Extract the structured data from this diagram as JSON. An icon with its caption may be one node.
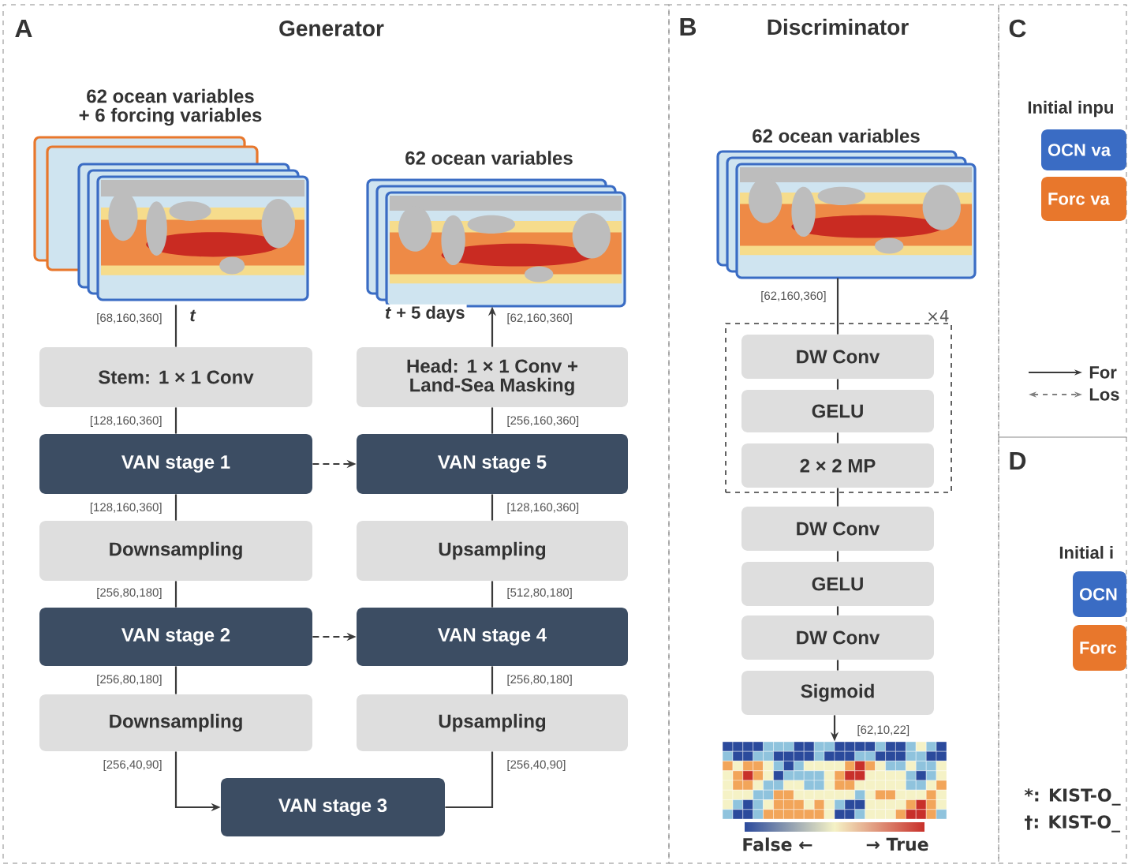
{
  "diagram": {
    "nodes": [
      {
        "text": [
          "A",
          "Generator"
        ]
      },
      {
        "text": [
          "62 ocean variables + 6 forcing variables"
        ],
        "in": 0
      },
      {
        "text": [
          "Stem: 1 × 1 Conv"
        ],
        "in": 0
      },
      {
        "text": [
          "VAN stage 1"
        ],
        "in": 0
      },
      {
        "text": [
          "Downsampling"
        ],
        "in": 0
      },
      {
        "text": [
          "VAN stage 2"
        ],
        "in": 0
      },
      {
        "text": [
          "Downsampling"
        ],
        "in": 0
      },
      {
        "text": [
          "VAN stage 3"
        ],
        "in": 0
      },
      {
        "text": [
          "Upsampling"
        ],
        "in": 0
      },
      {
        "text": [
          "VAN stage 4"
        ],
        "in": 0
      },
      {
        "text": [
          "Upsampling"
        ],
        "in": 0
      },
      {
        "text": [
          "VAN stage 5"
        ],
        "in": 0
      },
      {
        "text": [
          "Head: 1 × 1 Conv + Land-Sea Masking"
        ],
        "in": 0
      },
      {
        "text": [
          "62 ocean variables"
        ],
        "in": 0
      },
      {
        "text": [
          "B",
          "Discriminator"
        ]
      },
      {
        "text": [
          "62 ocean variables"
        ],
        "in": 14
      },
      {
        "text": [
          "×4"
        ],
        "in": 14
      },
      {
        "text": [
          "DW Conv"
        ],
        "in": 16
      },
      {
        "text": [
          "GELU"
        ],
        "in": 16
      },
      {
        "text": [
          "2 × 2 MP"
        ],
        "in": 16
      },
      {
        "text": [
          "DW Conv"
        ],
        "in": 14
      },
      {
        "text": [
          "GELU"
        ],
        "in": 14
      },
      {
        "text": [
          "DW Conv"
        ],
        "in": 14
      },
      {
        "text": [
          "Sigmoid"
        ],
        "in": 14
      },
      {
        "text": [],
        "shape": "picture",
        "in": 14
      },
      {
        "text": [
          "C"
        ]
      },
      {
        "text": [
          "OCN va"
        ],
        "in": 25
      },
      {
        "text": [
          "Forc va"
        ],
        "in": 25
      },
      {
        "text": [
          "D"
        ]
      },
      {
        "text": [
          "OCN"
        ],
        "in": 28
      },
      {
        "text": [
          "Forc"
        ],
        "in": 28
      }
    ],
    "edges": [
      {
        "from": 1,
        "to": 2,
        "arrow": "none",
        "label": "t"
      },
      {
        "from": 2,
        "to": 3,
        "arrow": "none"
      },
      {
        "from": 3,
        "to": 4,
        "arrow": "none"
      },
      {
        "from": 4,
        "to": 5,
        "arrow": "none"
      },
      {
        "from": 5,
        "to": 6,
        "arrow": "none"
      },
      {
        "from": 6,
        "to": 7,
        "arrow": "to"
      },
      {
        "from": 7,
        "to": 8,
        "arrow": "none"
      },
      {
        "from": 8,
        "to": 9,
        "arrow": "none"
      },
      {
        "from": 9,
        "to": 10,
        "arrow": "none"
      },
      {
        "from": 10,
        "to": 11,
        "arrow": "none"
      },
      {
        "from": 11,
        "to": 12,
        "arrow": "none"
      },
      {
        "from": 12,
        "to": 13,
        "arrow": "to",
        "label": "*t* + 5 days"
      },
      {
        "from": 3,
        "to": 11,
        "arrow": "to",
        "style": "dashed"
      },
      {
        "from": 5,
        "to": 9,
        "arrow": "to",
        "style": "dashed"
      },
      {
        "from": 15,
        "to": 17,
        "arrow": "none"
      },
      {
        "from": 17,
        "to": 18,
        "arrow": "none"
      },
      {
        "from": 18,
        "to": 19,
        "arrow": "none"
      },
      {
        "from": 19,
        "to": 20,
        "arrow": "none"
      },
      {
        "from": 20,
        "to": 21,
        "arrow": "none"
      },
      {
        "from": 21,
        "to": 22,
        "arrow": "none"
      },
      {
        "from": 22,
        "to": 23,
        "arrow": "none"
      },
      {
        "from": 23,
        "to": 24,
        "arrow": "to"
      }
    ],
    "labels": [
      "[68,160,360]",
      "[62,160,360]",
      "[128,160,360]",
      "[256,160,360]",
      "[128,160,360]",
      "[128,160,360]",
      "[256,80,180]",
      "[512,80,180]",
      "[256,80,180]",
      "[256,80,180]",
      "[256,40,90]",
      "[256,40,90]",
      "[62,160,360]",
      "[62,10,22]",
      "False ←",
      "→ True",
      "Initial inpu",
      "Initial i",
      "*: KIST-O_",
      "†: KIST-O_"
    ],
    "legend": [
      {
        "text": "For"
      },
      {
        "text": "Los"
      }
    ]
  }
}
